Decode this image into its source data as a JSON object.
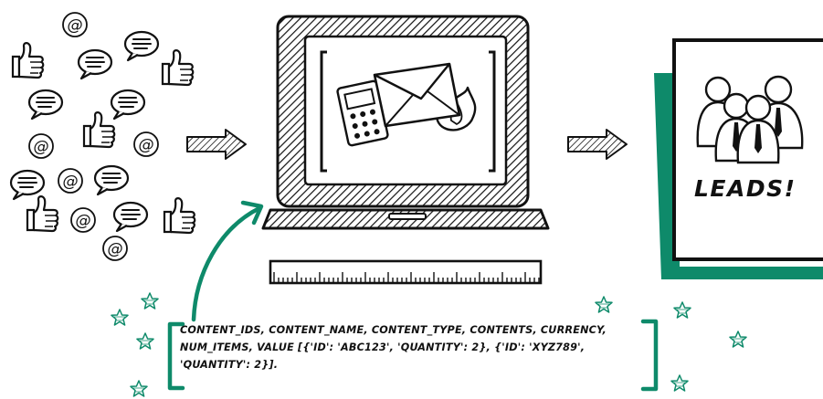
{
  "leads_label": "LEADS!",
  "code_lines": [
    "CONTENT_IDS, CONTENT_NAME, CONTENT_TYPE, CONTENTS, CURRENCY,",
    "NUM_ITEMS, VALUE [{'ID': 'ABC123', 'QUANTITY': 2}, {'ID': 'XYZ789',",
    "'QUANTITY': 2}]."
  ],
  "icons": {
    "social": [
      "thumbs-up-icon",
      "speech-bubble-icon",
      "at-sign-icon"
    ],
    "laptop_screen": [
      "calculator-icon",
      "envelope-icon",
      "flame-icon"
    ],
    "leads_panel": [
      "people-group-icon"
    ],
    "decor": [
      "star-icon",
      "arrow-icon"
    ]
  },
  "colors": {
    "accent": "#0e8a6a",
    "ink": "#111111"
  }
}
